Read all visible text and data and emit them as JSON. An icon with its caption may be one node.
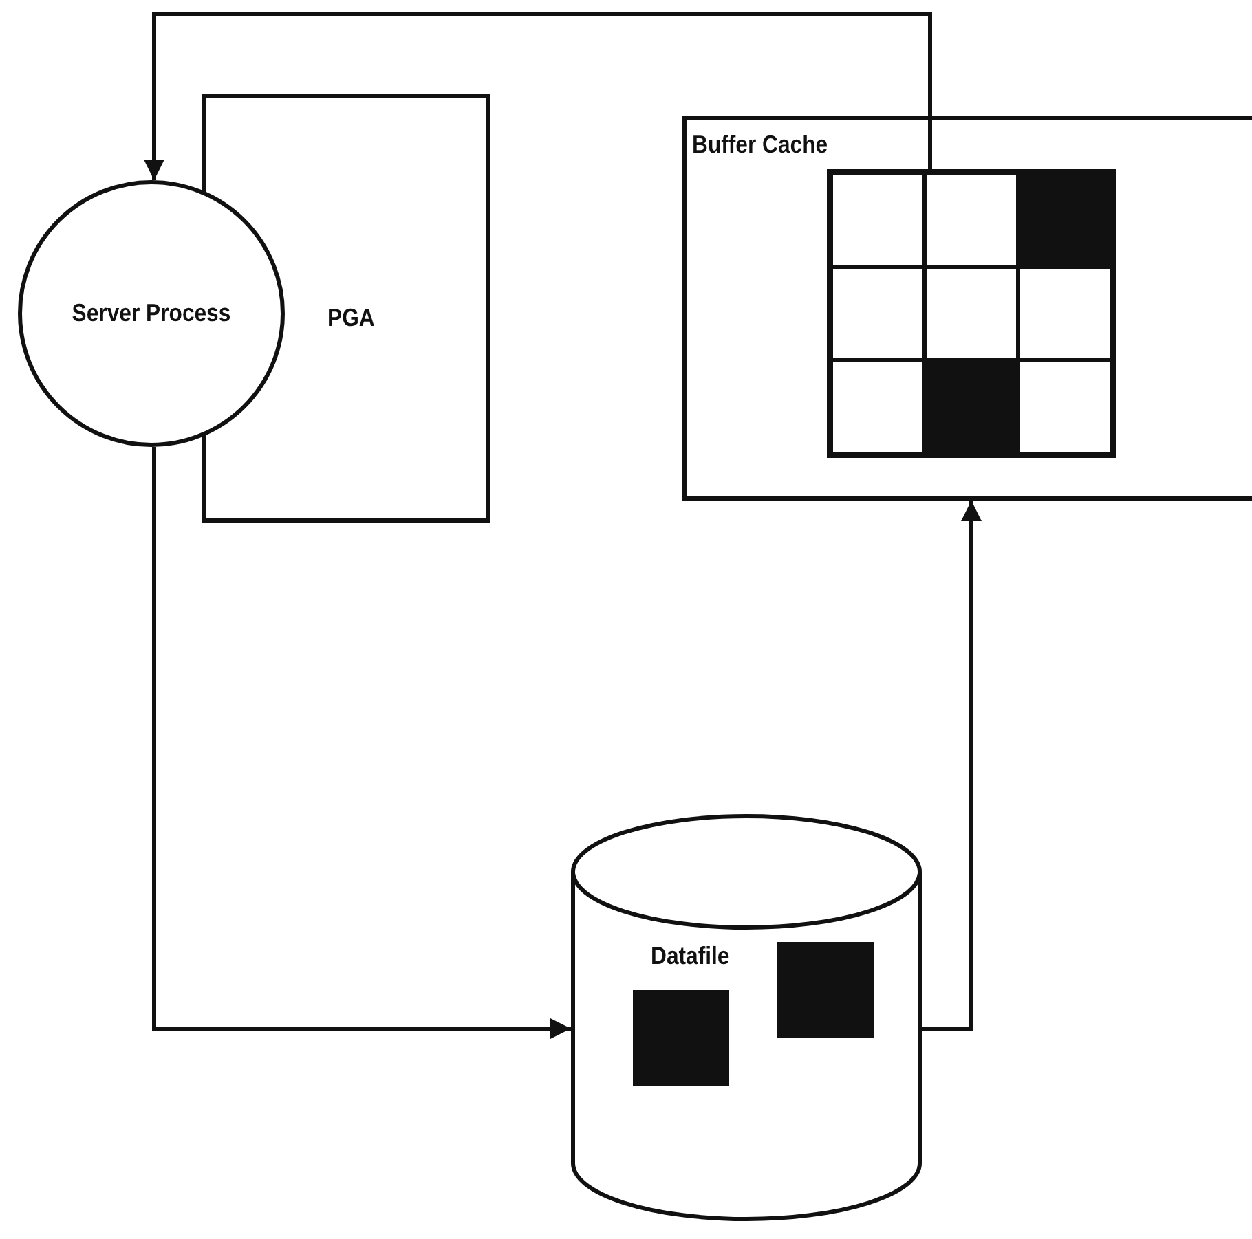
{
  "diagram": {
    "nodes": [
      {
        "text": [
          "Server Process"
        ]
      },
      {
        "text": [
          "PGA"
        ]
      },
      {
        "text": [
          "Buffer Cache"
        ]
      },
      {
        "text": [],
        "shape": "box",
        "in": 2
      },
      {
        "text": [
          "Datafile"
        ]
      }
    ],
    "edges": [
      {
        "from": 3,
        "to": 0,
        "arrow": "to"
      },
      {
        "from": 0,
        "to": 4,
        "arrow": "to"
      },
      {
        "from": 4,
        "to": 2,
        "arrow": "to"
      }
    ]
  }
}
